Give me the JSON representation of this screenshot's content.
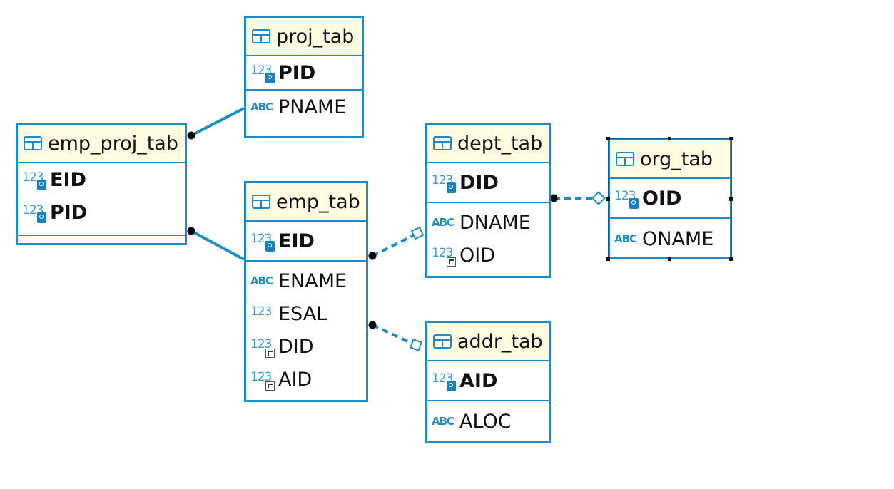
{
  "colors": {
    "accent": "#1a8cc8",
    "header_bg": "#fefbe0",
    "text": "#111111"
  },
  "tables": {
    "proj_tab": {
      "name": "proj_tab",
      "pk": [
        {
          "name": "PID",
          "icon": "numeric-key-icon"
        }
      ],
      "cols": [
        {
          "name": "PNAME",
          "icon": "text-column-icon"
        }
      ]
    },
    "emp_proj_tab": {
      "name": "emp_proj_tab",
      "pk": [
        {
          "name": "EID",
          "icon": "numeric-key-icon"
        },
        {
          "name": "PID",
          "icon": "numeric-key-icon"
        }
      ],
      "cols": []
    },
    "emp_tab": {
      "name": "emp_tab",
      "pk": [
        {
          "name": "EID",
          "icon": "numeric-key-icon"
        }
      ],
      "cols": [
        {
          "name": "ENAME",
          "icon": "text-column-icon"
        },
        {
          "name": "ESAL",
          "icon": "numeric-column-icon"
        },
        {
          "name": "DID",
          "icon": "numeric-foreign-key-icon"
        },
        {
          "name": "AID",
          "icon": "numeric-foreign-key-icon"
        }
      ]
    },
    "dept_tab": {
      "name": "dept_tab",
      "pk": [
        {
          "name": "DID",
          "icon": "numeric-key-icon"
        }
      ],
      "cols": [
        {
          "name": "DNAME",
          "icon": "text-column-icon"
        },
        {
          "name": "OID",
          "icon": "numeric-foreign-key-icon"
        }
      ]
    },
    "org_tab": {
      "name": "org_tab",
      "pk": [
        {
          "name": "OID",
          "icon": "numeric-key-icon"
        }
      ],
      "cols": [
        {
          "name": "ONAME",
          "icon": "text-column-icon"
        }
      ]
    },
    "addr_tab": {
      "name": "addr_tab",
      "pk": [
        {
          "name": "AID",
          "icon": "numeric-key-icon"
        }
      ],
      "cols": [
        {
          "name": "ALOC",
          "icon": "text-column-icon"
        }
      ]
    }
  },
  "icon_text": {
    "numeric": "123",
    "text": "ABC"
  }
}
